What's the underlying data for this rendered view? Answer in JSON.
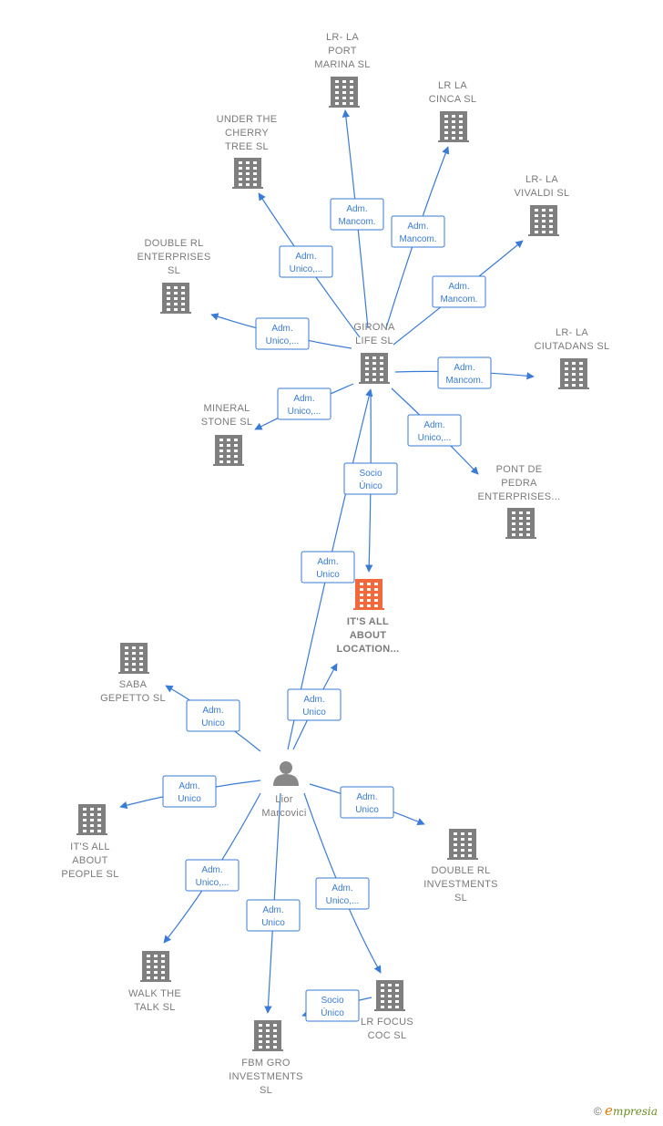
{
  "colors": {
    "edge": "#3a7bd5",
    "company_icon": "#7f7f7f",
    "highlight_icon": "#f26a3b",
    "label": "#7a7a7a",
    "person_icon": "#888888"
  },
  "nodes": [
    {
      "id": "portmarina",
      "kind": "company",
      "lines": [
        "LR- LA",
        "PORT",
        "MARINA  SL"
      ]
    },
    {
      "id": "cinca",
      "kind": "company",
      "lines": [
        "LR LA",
        "CINCA  SL"
      ]
    },
    {
      "id": "cherry",
      "kind": "company",
      "lines": [
        "UNDER THE",
        "CHERRY",
        "TREE  SL"
      ]
    },
    {
      "id": "vivaldi",
      "kind": "company",
      "lines": [
        "LR- LA",
        "VIVALDI  SL"
      ]
    },
    {
      "id": "doublerl_ent",
      "kind": "company",
      "lines": [
        "DOUBLE RL",
        "ENTERPRISES",
        "SL"
      ]
    },
    {
      "id": "girona",
      "kind": "company",
      "lines": [
        "GIRONA",
        "LIFE  SL"
      ]
    },
    {
      "id": "ciutadans",
      "kind": "company",
      "lines": [
        "LR- LA",
        "CIUTADANS  SL"
      ]
    },
    {
      "id": "mineral",
      "kind": "company",
      "lines": [
        "MINERAL",
        "STONE  SL"
      ]
    },
    {
      "id": "pontpedra",
      "kind": "company",
      "lines": [
        "PONT DE",
        "PEDRA",
        "ENTERPRISES..."
      ]
    },
    {
      "id": "itsall",
      "kind": "main",
      "lines": [
        "IT'S ALL",
        "ABOUT",
        "LOCATION..."
      ]
    },
    {
      "id": "saba",
      "kind": "company",
      "lines": [
        "SABA",
        "GEPETTO  SL"
      ]
    },
    {
      "id": "lior",
      "kind": "person",
      "lines": [
        "Lior",
        "Marcovici"
      ]
    },
    {
      "id": "people",
      "kind": "company",
      "lines": [
        "IT'S ALL",
        "ABOUT",
        "PEOPLE  SL"
      ]
    },
    {
      "id": "doublerl_inv",
      "kind": "company",
      "lines": [
        "DOUBLE RL",
        "INVESTMENTS",
        "SL"
      ]
    },
    {
      "id": "walk",
      "kind": "company",
      "lines": [
        "WALK THE",
        "TALK  SL"
      ]
    },
    {
      "id": "lrfocus",
      "kind": "company",
      "lines": [
        "LR FOCUS",
        "COC  SL"
      ]
    },
    {
      "id": "fbm",
      "kind": "company",
      "lines": [
        "FBM GRO",
        "INVESTMENTS",
        "SL"
      ]
    }
  ],
  "edges": [
    {
      "id": "e-girona-portmarina",
      "lines": [
        "Adm.",
        "Mancom."
      ]
    },
    {
      "id": "e-girona-cinca",
      "lines": [
        "Adm.",
        "Mancom."
      ]
    },
    {
      "id": "e-girona-cherry",
      "lines": [
        "Adm.",
        "Unico,..."
      ]
    },
    {
      "id": "e-girona-vivaldi",
      "lines": [
        "Adm.",
        "Mancom."
      ]
    },
    {
      "id": "e-girona-doublerl",
      "lines": [
        "Adm.",
        "Unico,..."
      ]
    },
    {
      "id": "e-girona-ciutadans",
      "lines": [
        "Adm.",
        "Mancom."
      ]
    },
    {
      "id": "e-girona-mineral",
      "lines": [
        "Adm.",
        "Unico,..."
      ]
    },
    {
      "id": "e-girona-pontpedra",
      "lines": [
        "Adm.",
        "Unico,..."
      ]
    },
    {
      "id": "e-girona-itsall",
      "lines": [
        "Socio",
        "Único"
      ]
    },
    {
      "id": "e-lior-girona",
      "lines": [
        "Adm.",
        "Unico"
      ]
    },
    {
      "id": "e-lior-itsall",
      "lines": [
        "Adm.",
        "Unico"
      ]
    },
    {
      "id": "e-lior-saba",
      "lines": [
        "Adm.",
        "Unico"
      ]
    },
    {
      "id": "e-lior-people",
      "lines": [
        "Adm.",
        "Unico"
      ]
    },
    {
      "id": "e-lior-doublerl",
      "lines": [
        "Adm.",
        "Unico"
      ]
    },
    {
      "id": "e-lior-walk",
      "lines": [
        "Adm.",
        "Unico,..."
      ]
    },
    {
      "id": "e-lior-fbm",
      "lines": [
        "Adm.",
        "Unico"
      ]
    },
    {
      "id": "e-lior-lrfocus",
      "lines": [
        "Adm.",
        "Unico,..."
      ]
    },
    {
      "id": "e-lrfocus-fbm",
      "lines": [
        "Socio",
        "Único"
      ]
    }
  ],
  "brand": {
    "copyright": "©",
    "initial": "e",
    "rest": "mpresia"
  }
}
